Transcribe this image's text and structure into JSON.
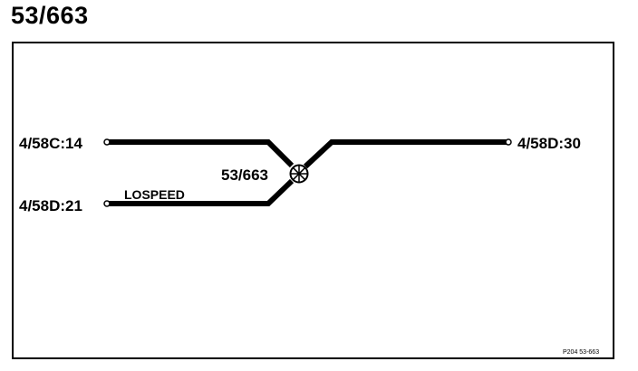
{
  "title": "53/663",
  "diagram": {
    "input_top_label": "4/58C:14",
    "input_bottom_label": "4/58D:21",
    "output_label": "4/58D:30",
    "junction_label": "53/663",
    "bottom_line_label": "LOSPEED",
    "footer_ref": "P204 53-663"
  },
  "colors": {
    "line": "#000000",
    "background": "#ffffff"
  }
}
